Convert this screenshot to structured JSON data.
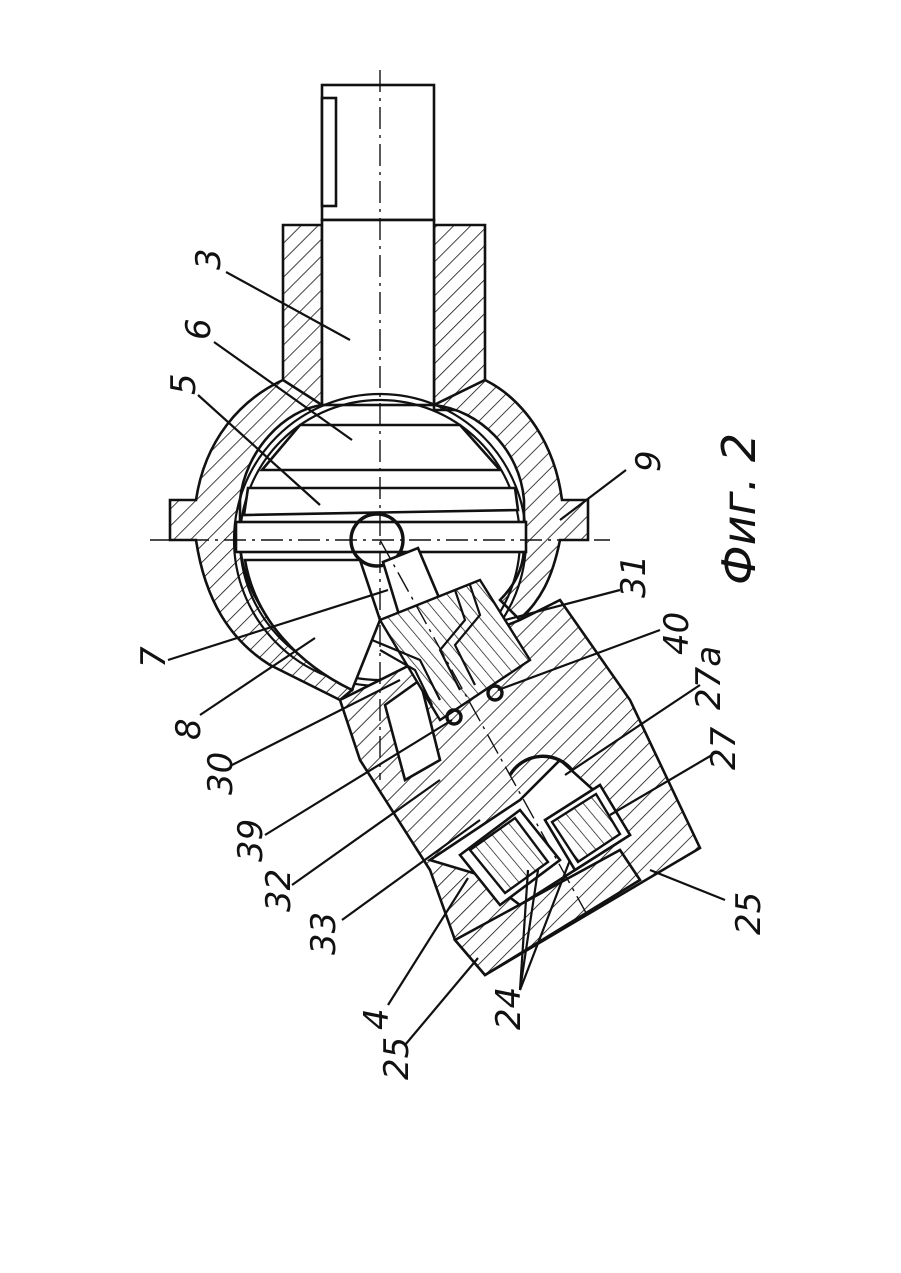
{
  "figure": {
    "caption": "Фиг. 2",
    "callouts": [
      {
        "id": "c3",
        "text": "3"
      },
      {
        "id": "c6",
        "text": "6"
      },
      {
        "id": "c5",
        "text": "5"
      },
      {
        "id": "c9",
        "text": "9"
      },
      {
        "id": "c7",
        "text": "7"
      },
      {
        "id": "c8",
        "text": "8"
      },
      {
        "id": "c31",
        "text": "31"
      },
      {
        "id": "c40",
        "text": "40"
      },
      {
        "id": "c27a",
        "text": "27а"
      },
      {
        "id": "c27",
        "text": "27"
      },
      {
        "id": "c30",
        "text": "30"
      },
      {
        "id": "c39",
        "text": "39"
      },
      {
        "id": "c32",
        "text": "32"
      },
      {
        "id": "c33",
        "text": "33"
      },
      {
        "id": "c4",
        "text": "4"
      },
      {
        "id": "c25a",
        "text": "25"
      },
      {
        "id": "c25b",
        "text": "25"
      },
      {
        "id": "c24",
        "text": "24"
      }
    ]
  }
}
